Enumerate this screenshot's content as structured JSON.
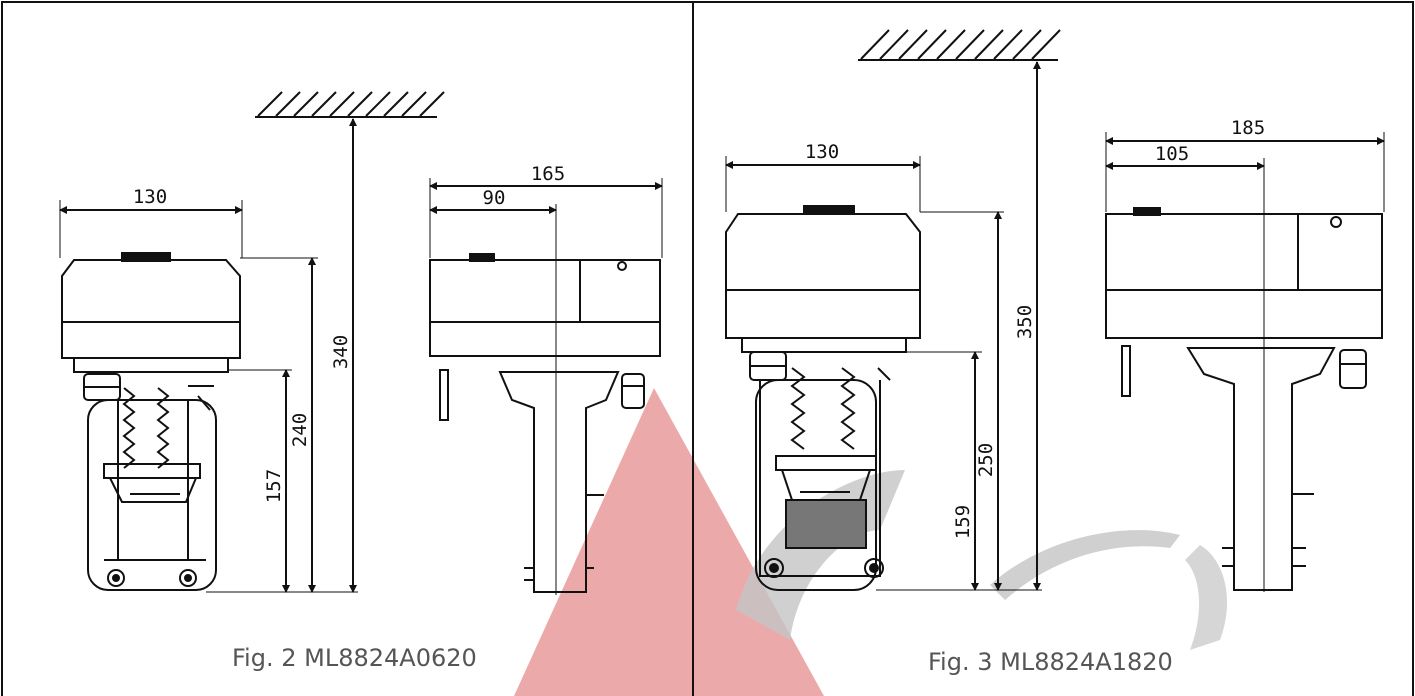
{
  "figures": [
    {
      "caption": "Fig. 2 ML8824A0620",
      "front_view": {
        "width": "130"
      },
      "side_view": {
        "overall_width": "165",
        "axis_offset": "90"
      },
      "heights": {
        "total": "340",
        "actuator": "240",
        "valve_connection": "157"
      }
    },
    {
      "caption": "Fig. 3 ML8824A1820",
      "front_view": {
        "width": "130"
      },
      "side_view": {
        "overall_width": "185",
        "axis_offset": "105"
      },
      "heights": {
        "total": "350",
        "actuator": "250",
        "valve_connection": "159"
      }
    }
  ],
  "colors": {
    "line": "#111111",
    "caption": "#555555",
    "watermark_red": "#e99a9a",
    "watermark_grey": "#c8c8c8"
  }
}
